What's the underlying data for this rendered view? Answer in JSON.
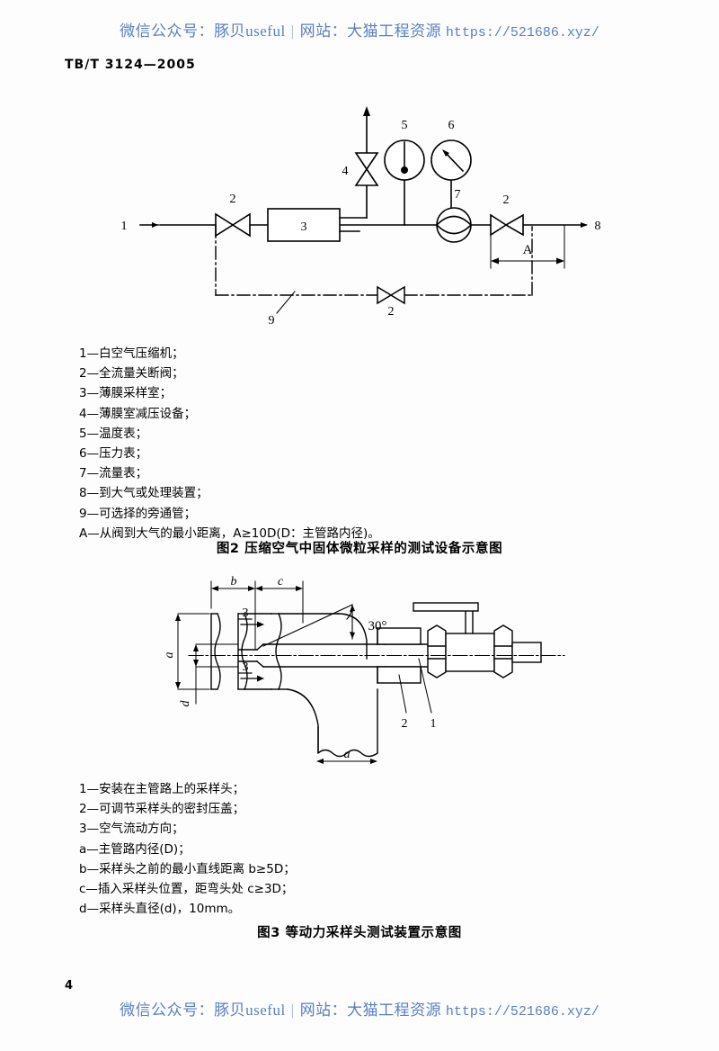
{
  "watermark": {
    "label_wechat": "微信公众号：豚贝useful",
    "separator": "|",
    "label_site": "网站：大猫工程资源",
    "url": "https://521686.xyz/",
    "color": "#5b7fc0"
  },
  "header": {
    "standard_code": "TB/T 3124—2005"
  },
  "page": {
    "number": "4"
  },
  "figure2": {
    "caption": "图2  压缩空气中固体微粒采样的测试设备示意图",
    "labels": {
      "inlet": "1",
      "valve_a": "2",
      "chamber": "3",
      "relief": "4",
      "thermometer": "5",
      "pressure_gauge": "6",
      "flow_meter": "7",
      "outlet": "8",
      "bypass": "9",
      "valve_b": "2",
      "valve_bypass": "2",
      "dim_A": "A"
    },
    "legend": [
      "1—白空气压缩机；",
      "2—全流量关断阀；",
      "3—薄膜采样室；",
      "4—薄膜室减压设备；",
      "5—温度表；",
      "6—压力表；",
      "7—流量表；",
      "8—到大气或处理装置；",
      "9—可选择的旁通管；",
      "A—从阀到大气的最小距离，A≥10D(D：主管路内径)。"
    ]
  },
  "figure3": {
    "caption": "图3  等动力采样头测试装置示意图",
    "labels": {
      "dim_b": "b",
      "dim_c": "c",
      "dim_a_left": "a",
      "dim_d": "d",
      "dim_a_bottom": "a",
      "flow_top": "3",
      "flow_bottom": "3",
      "angle": "30°",
      "part_1": "1",
      "part_2": "2"
    },
    "legend": [
      "1—安装在主管路上的采样头；",
      "2—可调节采样头的密封压盖；",
      "3—空气流动方向；",
      "a—主管路内径(D)；",
      "b—采样头之前的最小直线距离 b≥5D；",
      "c—插入采样头位置，距弯头处 c≥3D；",
      "d—采样头直径(d)，10mm。"
    ]
  }
}
